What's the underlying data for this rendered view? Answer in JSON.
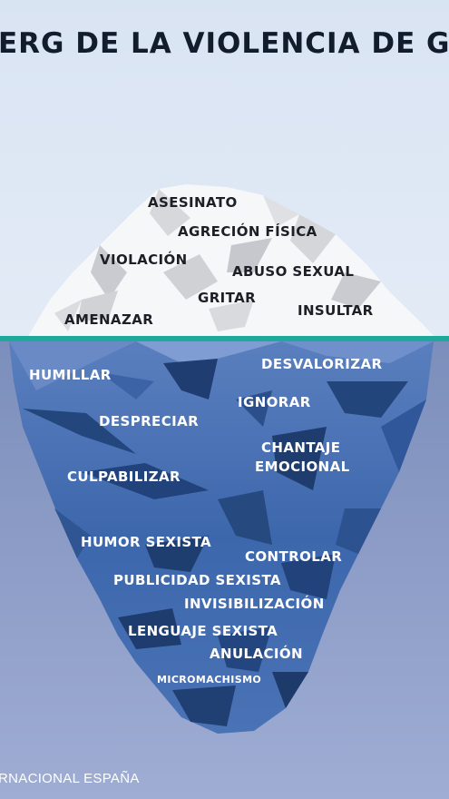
{
  "title": "ERG DE LA VIOLENCIA DE G",
  "colors": {
    "sky": "#dbe6f4",
    "water_top": "#7d8fbd",
    "water_bottom": "#9aa9d2",
    "waterline": "#1fa99a",
    "ice_dark": "#22457c",
    "ice_light": "#4f7bc0"
  },
  "above_water": [
    "ASESINATO",
    "AGRECIÓN FÍSICA",
    "VIOLACIÓN",
    "ABUSO SEXUAL",
    "GRITAR",
    "AMENAZAR",
    "INSULTAR"
  ],
  "below_water": [
    "HUMILLAR",
    "DESVALORIZAR",
    "IGNORAR",
    "DESPRECIAR",
    "CHANTAJE",
    "EMOCIONAL",
    "CULPABILIZAR",
    "HUMOR SEXISTA",
    "CONTROLAR",
    "PUBLICIDAD SEXISTA",
    "INVISIBILIZACIÓN",
    "LENGUAJE SEXISTA",
    "ANULACIÓN",
    "MICROMACHISMO"
  ],
  "footer": "RNACIONAL ESPAÑA"
}
